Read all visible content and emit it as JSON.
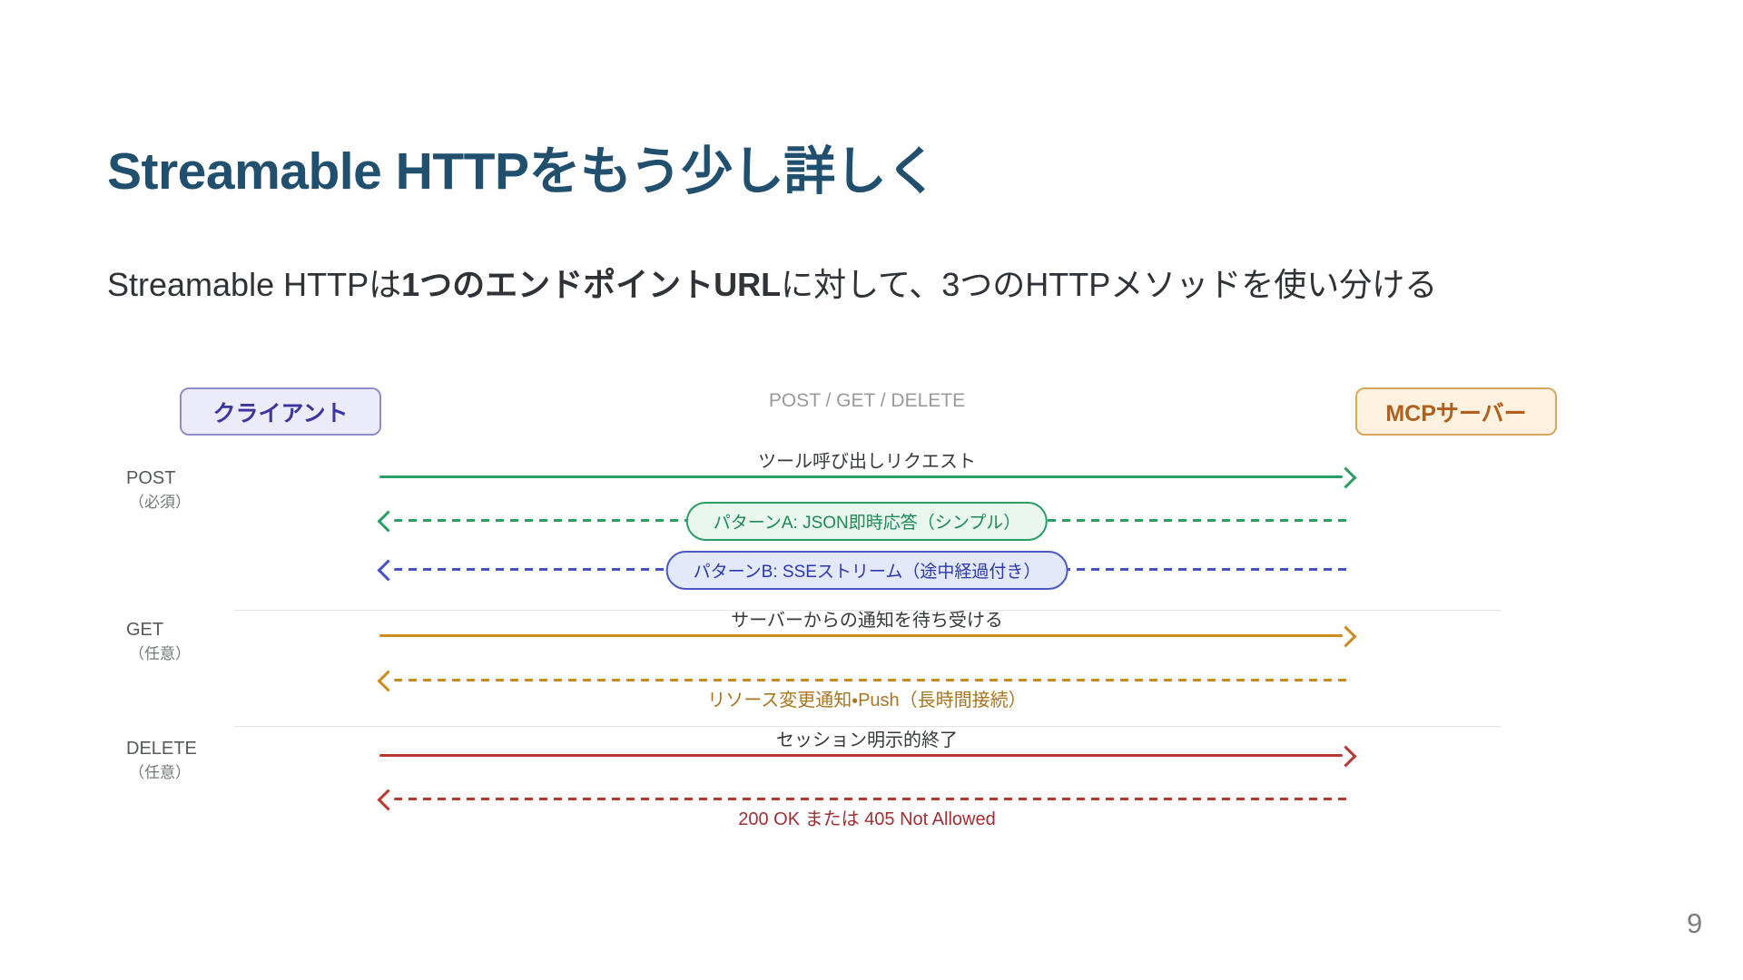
{
  "page": {
    "title": "Streamable HTTPをもう少し詳しく",
    "subtitle_prefix": "Streamable HTTPは",
    "subtitle_bold": "1つのエンドポイントURL",
    "subtitle_suffix": "に対して、3つのHTTPメソッドを使い分ける",
    "page_number": "9"
  },
  "diagram": {
    "header": "POST / GET / DELETE",
    "client": "クライアント",
    "server": "MCPサーバー",
    "post": {
      "method": "POST",
      "requirement": "（必須）",
      "request_label": "ツール呼び出しリクエスト",
      "pattern_a": "パターンA: JSON即時応答（シンプル）",
      "pattern_b": "パターンB: SSEストリーム（途中経過付き）"
    },
    "get": {
      "method": "GET",
      "requirement": "（任意）",
      "request_label": "サーバーからの通知を待ち受ける",
      "response_label": "リソース変更通知・Push（長時間接続）"
    },
    "delete": {
      "method": "DELETE",
      "requirement": "（任意）",
      "request_label": "セッション明示的終了",
      "response_label": "200 OK または 405 Not Allowed"
    }
  },
  "colors": {
    "title": "#21506f",
    "body_text": "#2f3337",
    "green": "#2a9e64",
    "blue": "#4353c2",
    "orange": "#cd8a1e",
    "red": "#b73a31",
    "client_border": "#8f8cc9",
    "client_bg": "#ecebfa",
    "client_text": "#3b35a0",
    "server_border": "#d8a55c",
    "server_bg": "#fdf2df",
    "server_text": "#b05f1e",
    "pill_a_bg": "#e9f7ef",
    "pill_b_bg": "#e3e8fa",
    "muted_gray": "#9a9a9a"
  }
}
